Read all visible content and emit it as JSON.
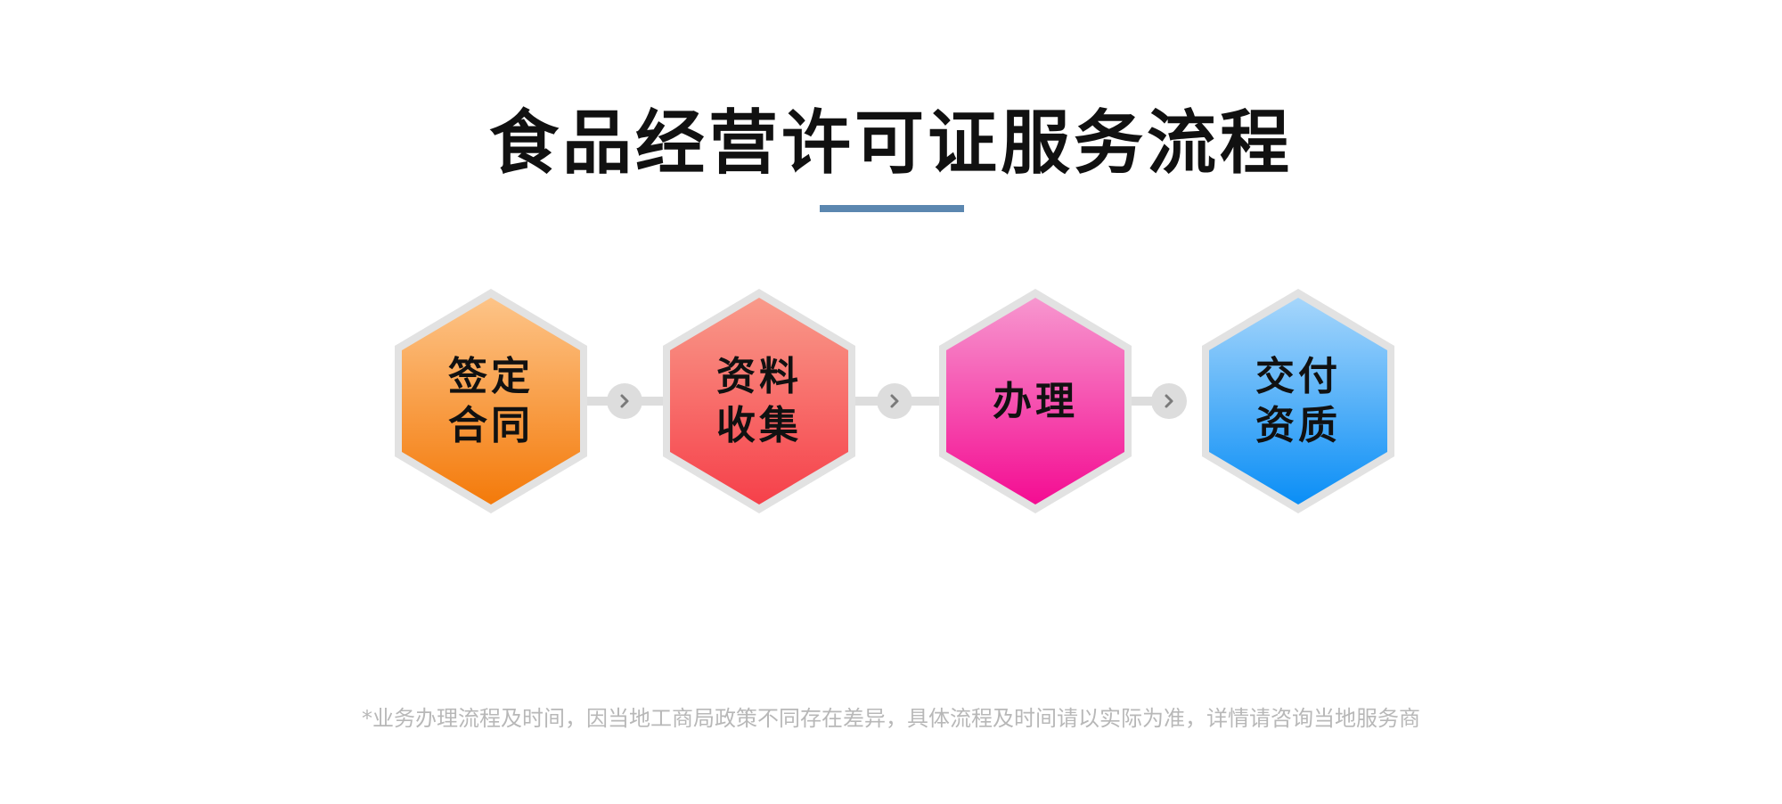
{
  "title": "食品经营许可证服务流程",
  "colors": {
    "underline": "#5b87b0",
    "connector": "#dddddd",
    "hex_border": "#e2e2e2",
    "footnote": "#b8b8b8"
  },
  "steps": [
    {
      "label": "签定\n合同",
      "gradient_top": "#fdc488",
      "gradient_bottom": "#f47a0a"
    },
    {
      "label": "资料\n收集",
      "gradient_top": "#f99a8a",
      "gradient_bottom": "#f6404a"
    },
    {
      "label": "办理",
      "gradient_top": "#f797cf",
      "gradient_bottom": "#f40c92"
    },
    {
      "label": "交付\n资质",
      "gradient_top": "#a6d6fb",
      "gradient_bottom": "#0a8ef6"
    }
  ],
  "arrow_icon": "chevron-right-icon",
  "footnote": "*业务办理流程及时间，因当地工商局政策不同存在差异，具体流程及时间请以实际为准，详情请咨询当地服务商"
}
